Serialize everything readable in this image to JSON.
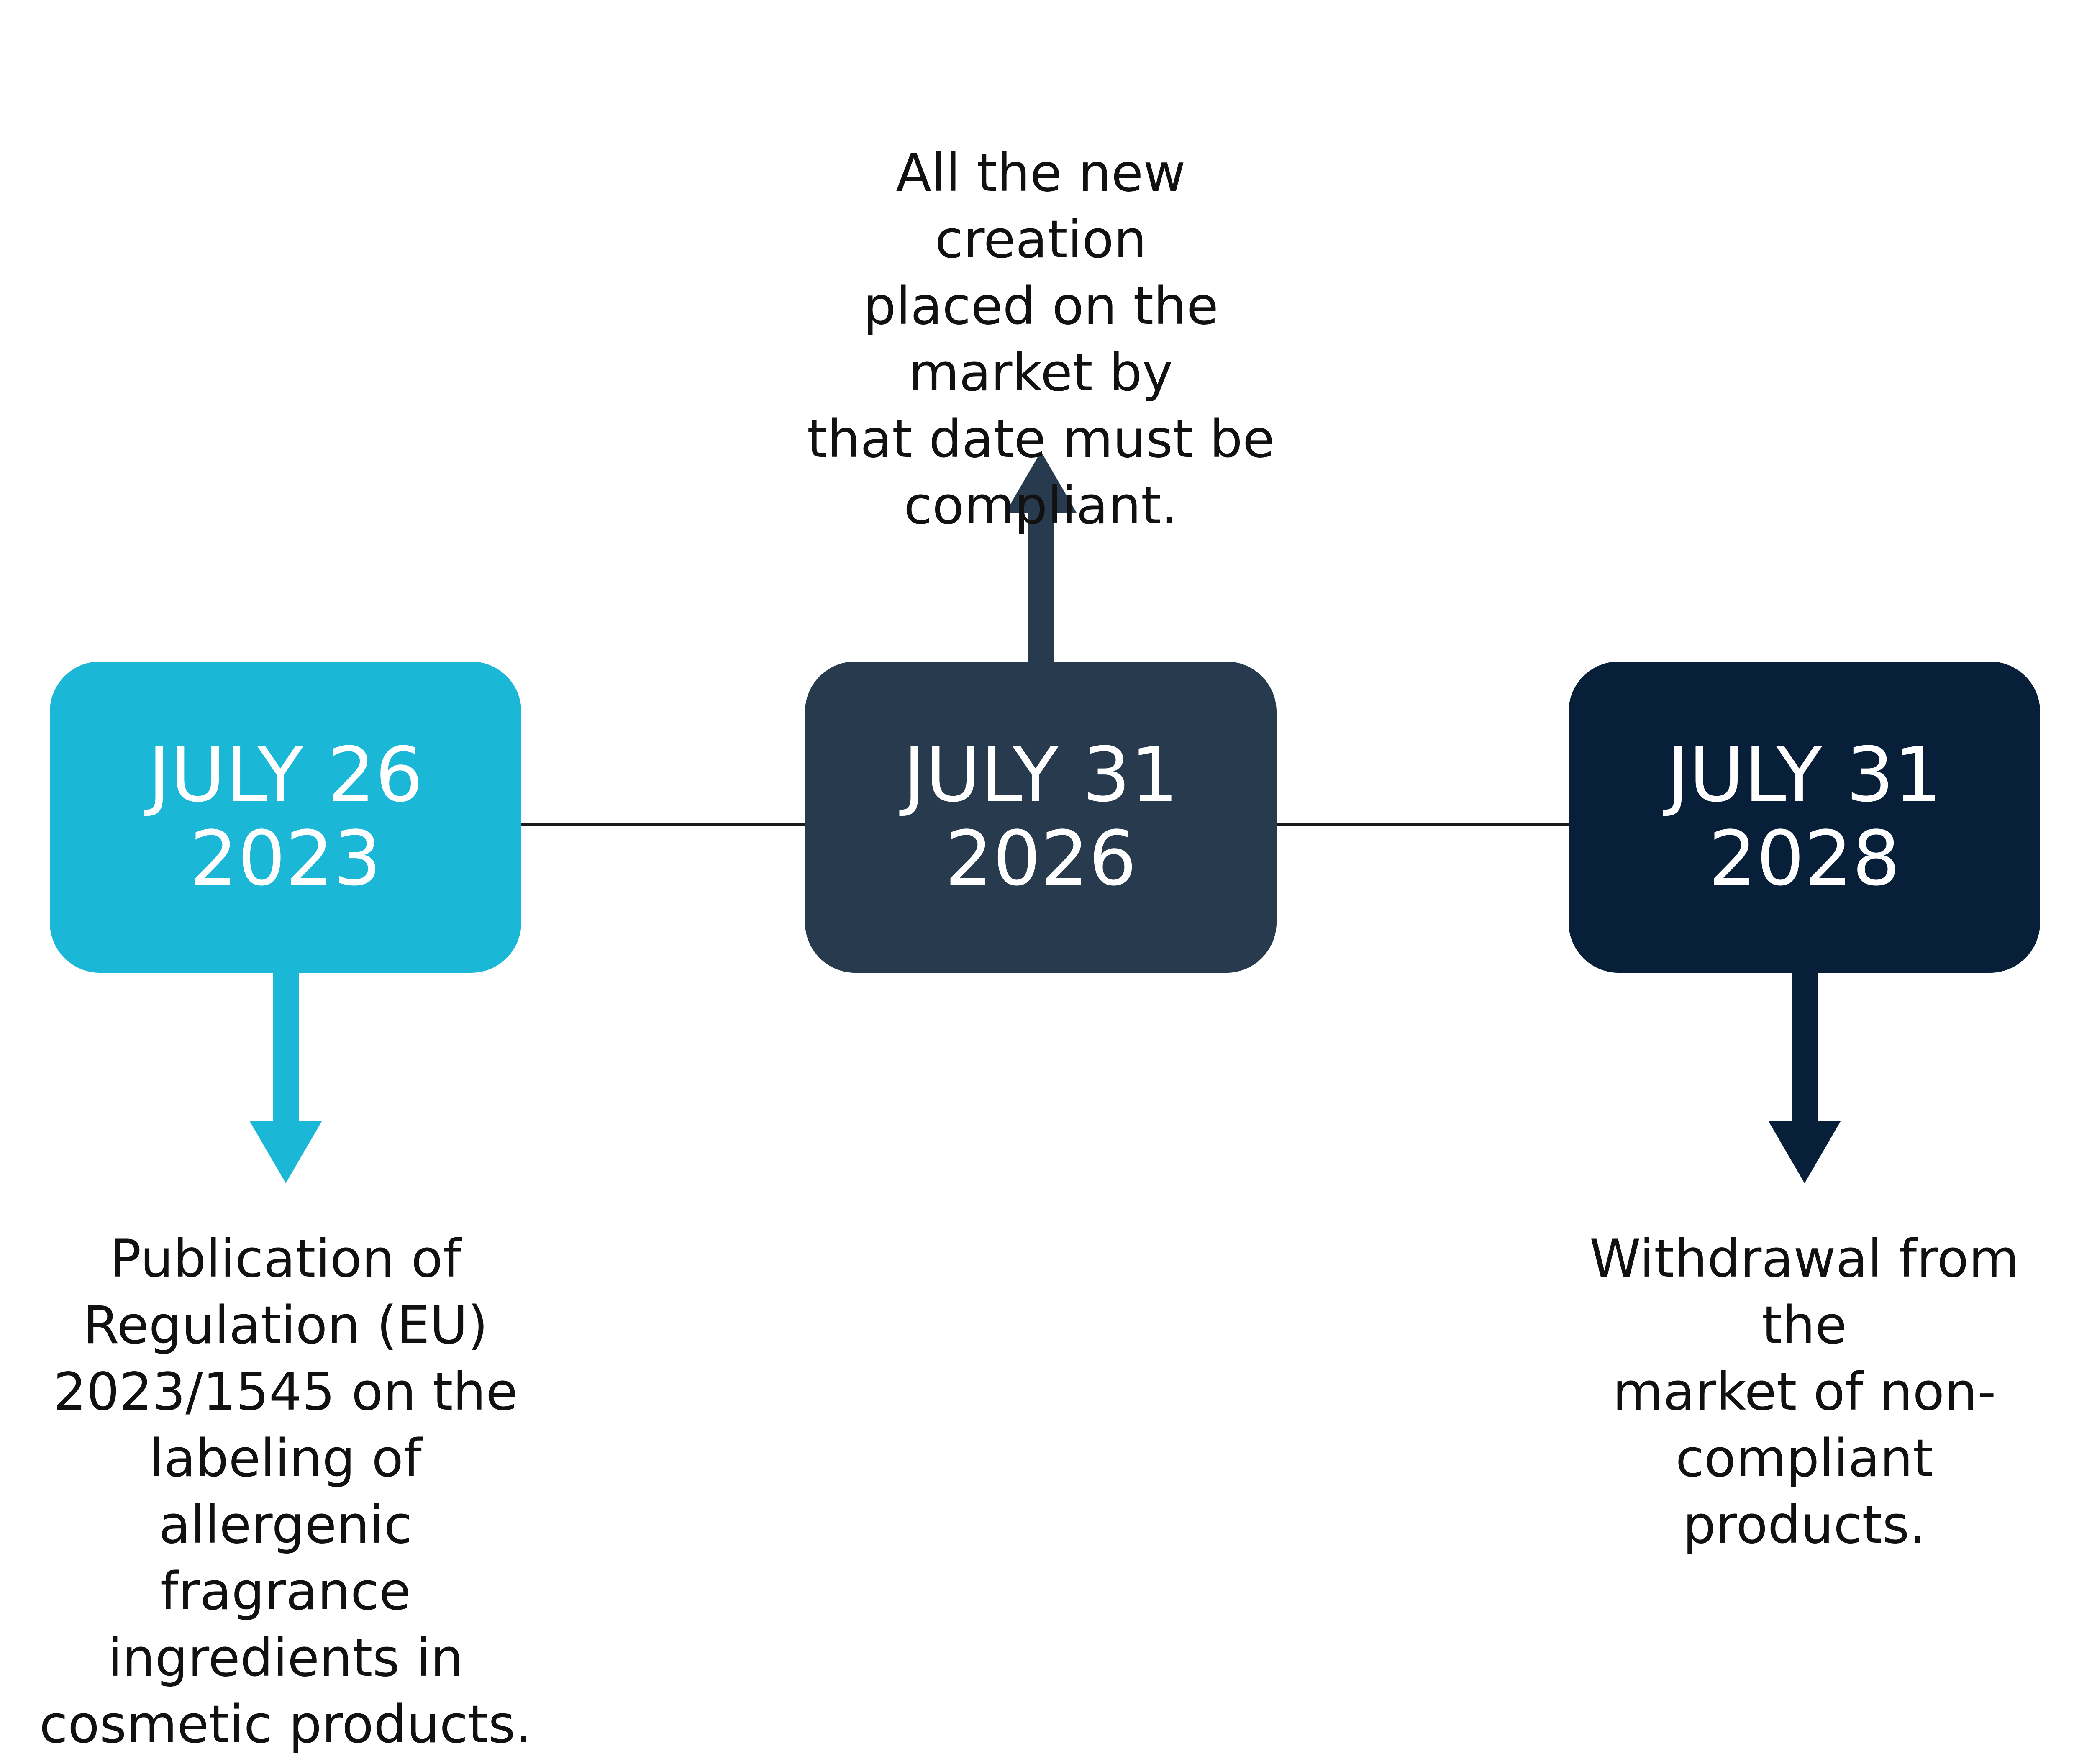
{
  "colors": {
    "milestone_1": "#1bb7d7",
    "milestone_2": "#283a4d",
    "milestone_3": "#071f39",
    "connector": "#1a1a1a"
  },
  "milestones": [
    {
      "date_line1": "JULY 26",
      "date_line2": "2023",
      "arrow": "down",
      "description": [
        "Publication of",
        "Regulation (EU)",
        "2023/1545 on the",
        "labeling of allergenic",
        "fragrance ingredients in",
        "cosmetic products."
      ]
    },
    {
      "date_line1": "JULY 31",
      "date_line2": "2026",
      "arrow": "up",
      "description": [
        "All the new creation",
        "placed on the market by",
        "that date must be",
        "compliant."
      ]
    },
    {
      "date_line1": "JULY 31",
      "date_line2": "2028",
      "arrow": "down",
      "description": [
        "Withdrawal from the",
        "market of non-compliant",
        "products."
      ]
    }
  ]
}
